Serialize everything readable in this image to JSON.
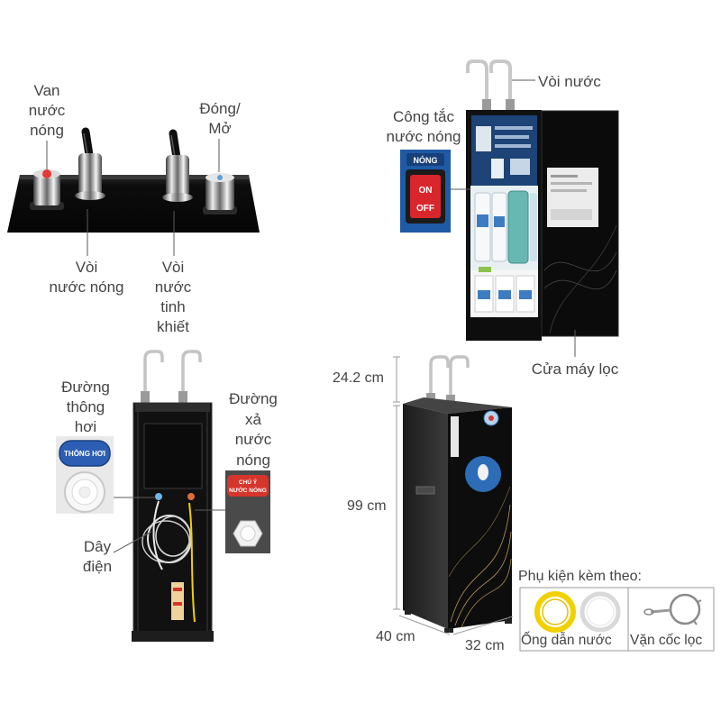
{
  "top_left": {
    "hot_valve_label": [
      "Van",
      "nước",
      "nóng"
    ],
    "on_off_label": [
      "Đóng/",
      "Mở"
    ],
    "hot_faucet_label": [
      "Vòi",
      "nước nóng"
    ],
    "pure_faucet_label": [
      "Vòi",
      "nước",
      "tinh",
      "khiết"
    ]
  },
  "top_right": {
    "faucet_label": "Vòi nước",
    "switch_label": [
      "Công tắc",
      "nước nóng"
    ],
    "switch_badge": "NÓNG",
    "switch_on": "ON",
    "switch_off": "OFF",
    "door_label": "Cửa máy lọc"
  },
  "bottom_left": {
    "vent_label": [
      "Đường",
      "thông",
      "hơi"
    ],
    "vent_badge": "THÔNG HƠI",
    "drain_label": [
      "Đường",
      "xả",
      "nước",
      "nóng"
    ],
    "drain_badge": [
      "CHÚ Ý",
      "NƯỚC NÓNG"
    ],
    "cable_label": [
      "Dây",
      "điện"
    ]
  },
  "bottom_right": {
    "dim_faucet": "24.2 cm",
    "dim_height": "99 cm",
    "dim_width": "40 cm",
    "dim_depth": "32 cm",
    "accessories_title": "Phụ kiện kèm theo:",
    "accessory_tube": "Ống dẫn nước",
    "accessory_wrench": "Vặn cốc lọc"
  },
  "icons": [
    "faucet-icon",
    "knob-icon",
    "rocker-switch-icon",
    "tube-ring-icon",
    "filter-wrench-icon"
  ],
  "colors": {
    "label_text": "#444444",
    "leader_line": "#5a5a5a",
    "machine_black": "#111111",
    "switch_panel_blue": "#1f5aa6",
    "switch_red": "#d8262c",
    "vent_badge_blue": "#2c5fb3",
    "warning_red": "#d6352b",
    "tube_yellow": "#f2d100"
  }
}
